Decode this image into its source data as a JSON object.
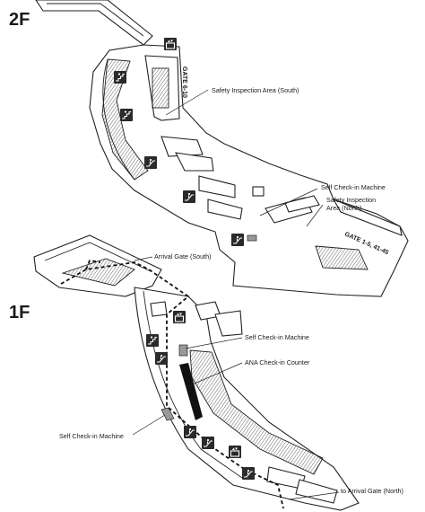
{
  "floors": {
    "upper": "2F",
    "lower": "1F"
  },
  "labels": {
    "gate_6_10": "GATE 6-10",
    "gate_1_5": "GATE 1-5, 41-45",
    "safety_south": "Safety Inspection Area (South)",
    "self_checkin_2f": "Self Check-in Machine",
    "safety_north_line1": "Safety Inspection",
    "safety_north_line2": "Area (North)",
    "arrival_south": "Arrival Gate (South)",
    "self_checkin_1f_right": "Self Check-in Machine",
    "ana_counter": "ANA Check-in Counter",
    "self_checkin_1f_left": "Self Check-in Machine",
    "arrival_north": "to Arrival Gate (North)"
  },
  "icons": {
    "elevator": "elevator-icon",
    "stairs": "stairs-icon",
    "escalator": "escalator-icon"
  },
  "colors": {
    "ink": "#1a1a1a",
    "icon_bg": "#2a2a2a",
    "counter": "#111111",
    "machine": "#9a9a9a"
  }
}
